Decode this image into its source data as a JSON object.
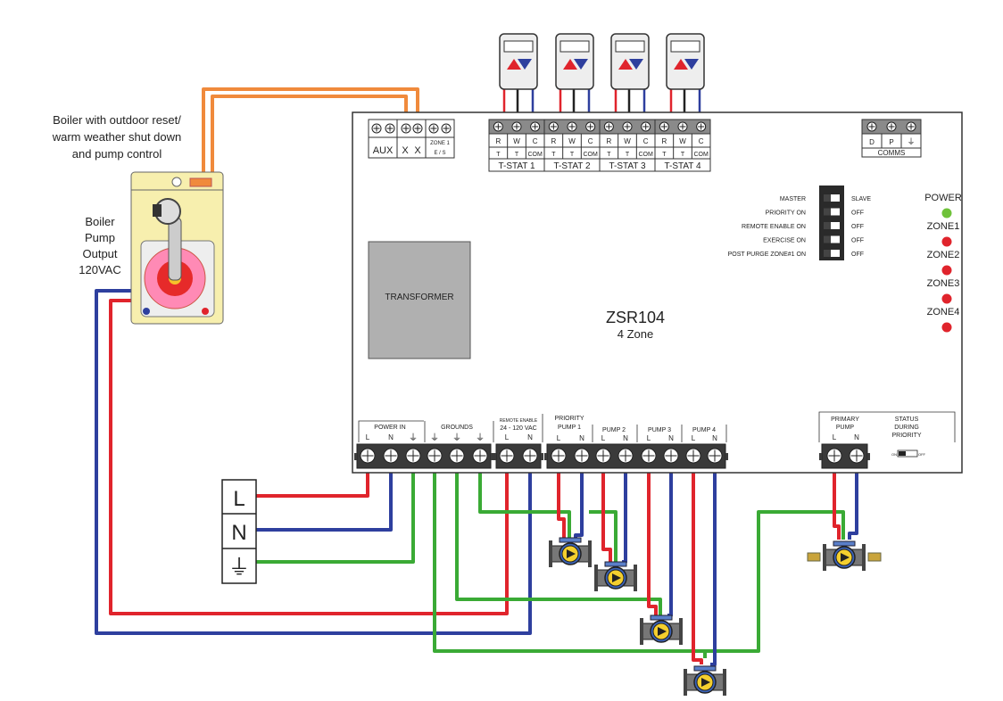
{
  "boiler": {
    "caption": [
      "Boiler with outdoor reset/",
      "warm weather  shut down",
      "and pump control"
    ],
    "output_label": [
      "Boiler",
      "Pump",
      "Output",
      "120VAC"
    ]
  },
  "panel": {
    "model": "ZSR104",
    "zones_text": "4 Zone",
    "transformer": "TRANSFORMER"
  },
  "top_terminals": {
    "aux": "AUX",
    "x1": "X",
    "x2": "X",
    "zone1_es": [
      "ZONE 1",
      "E / S"
    ]
  },
  "tstats": [
    {
      "name": "T-STAT 1",
      "top": [
        "R",
        "W",
        "C"
      ],
      "bottom": [
        "T",
        "T",
        "COM"
      ]
    },
    {
      "name": "T-STAT 2",
      "top": [
        "R",
        "W",
        "C"
      ],
      "bottom": [
        "T",
        "T",
        "COM"
      ]
    },
    {
      "name": "T-STAT 3",
      "top": [
        "R",
        "W",
        "C"
      ],
      "bottom": [
        "T",
        "T",
        "COM"
      ]
    },
    {
      "name": "T-STAT 4",
      "top": [
        "R",
        "W",
        "C"
      ],
      "bottom": [
        "T",
        "T",
        "COM"
      ]
    }
  ],
  "comms": {
    "label": "COMMS",
    "pins": [
      "D",
      "P",
      "⏚"
    ]
  },
  "switches": [
    {
      "on": "MASTER",
      "off": "SLAVE"
    },
    {
      "on": "PRIORITY ON",
      "off": "OFF"
    },
    {
      "on": "REMOTE ENABLE ON",
      "off": "OFF"
    },
    {
      "on": "EXERCISE ON",
      "off": "OFF"
    },
    {
      "on": "POST PURGE ZONE#1 ON",
      "off": "OFF"
    }
  ],
  "leds": [
    {
      "label": "POWER",
      "color": "#6fc23a"
    },
    {
      "label": "ZONE1",
      "color": "#e0242c"
    },
    {
      "label": "ZONE2",
      "color": "#e0242c"
    },
    {
      "label": "ZONE3",
      "color": "#e0242c"
    },
    {
      "label": "ZONE4",
      "color": "#e0242c"
    }
  ],
  "bottom_groups": {
    "power_in": "POWER IN",
    "grounds": "GROUNDS",
    "remote_enable": [
      "REMOTE ENABLE",
      "24 - 120 VAC"
    ],
    "priority_pump": [
      "PRIORITY",
      "PUMP 1"
    ],
    "pump2": "PUMP 2",
    "pump3": "PUMP 3",
    "pump4": "PUMP 4",
    "primary_pump": [
      "PRIMARY",
      "PUMP"
    ],
    "status": [
      "STATUS",
      "DURING",
      "PRIORITY"
    ],
    "ln": [
      "L",
      "N"
    ],
    "lnground": [
      "L",
      "N",
      "⏚"
    ],
    "status_switch_on": "ON",
    "status_switch_off": "OFF"
  },
  "power_source": {
    "l": "L",
    "n": "N",
    "ground": "⏚"
  },
  "colors": {
    "hot": "#e0242c",
    "neutral": "#2e3f9e",
    "ground": "#3aaa35",
    "control": "#f08a3c",
    "panel_border": "#333333"
  }
}
